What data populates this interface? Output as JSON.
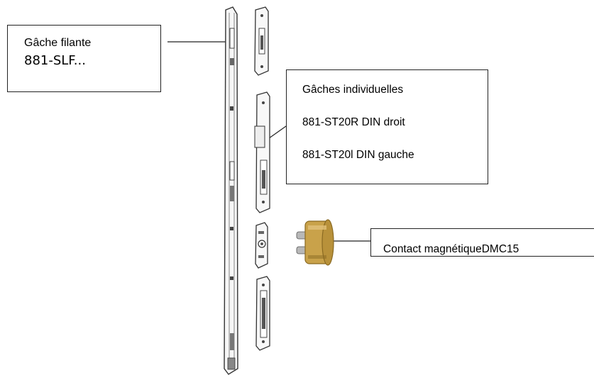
{
  "labels": {
    "sliding_strike": {
      "title": "Gâche filante",
      "code": "881-SLF..."
    },
    "individual_strikes": {
      "title": "Gâches individuelles",
      "right": "881-ST20R DIN droit",
      "left": "881-ST20l DIN gauche"
    },
    "magnetic_contact": {
      "text": "Contact magnétiqueDMC15"
    }
  },
  "colors": {
    "line": "#222222",
    "metal_light": "#f6f6f6",
    "metal_edge": "#333333",
    "brass": "#c9a24a",
    "brass_dark": "#8a6a22",
    "steel": "#b8b8b8"
  }
}
